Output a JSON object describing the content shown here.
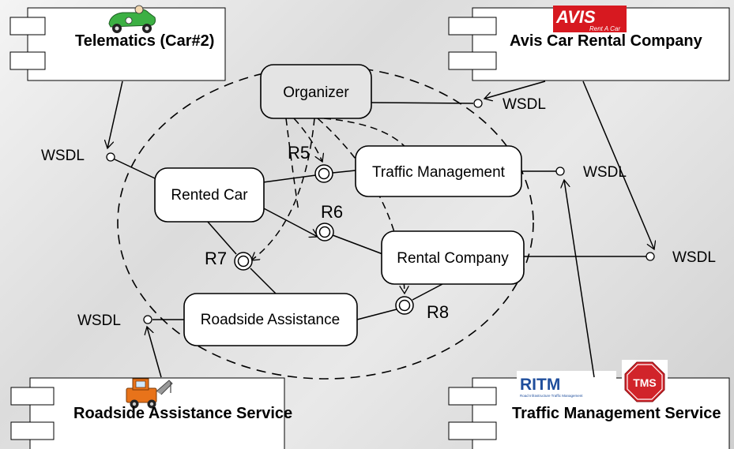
{
  "components": {
    "telematics": "Telematics (Car#2)",
    "avis": "Avis Car Rental Company",
    "roadside_service": "Roadside Assistance Service",
    "traffic_service": "Traffic Management Service"
  },
  "roles": {
    "organizer": "Organizer",
    "traffic_management": "Traffic Management",
    "rented_car": "Rented Car",
    "rental_company": "Rental Company",
    "roadside_assistance": "Roadside Assistance"
  },
  "interfaces": {
    "wsdl_telematics": "WSDL",
    "wsdl_avis": "WSDL",
    "wsdl_traffic": "WSDL",
    "wsdl_rental": "WSDL",
    "wsdl_roadside": "WSDL"
  },
  "ports": {
    "r5": "R5",
    "r6": "R6",
    "r7": "R7",
    "r8": "R8"
  },
  "logos": {
    "avis_main": "AVIS",
    "avis_sub": "Rent A Car",
    "ritm_main": "RITM",
    "ritm_sub": "Road Infrastructure Traffic Management",
    "tms": "TMS"
  },
  "colors": {
    "avis_red": "#d71920",
    "tms_red": "#d1242a",
    "ritm_blue": "#1f4e9c",
    "car_green": "#3cb043",
    "truck_orange": "#e8731a"
  }
}
